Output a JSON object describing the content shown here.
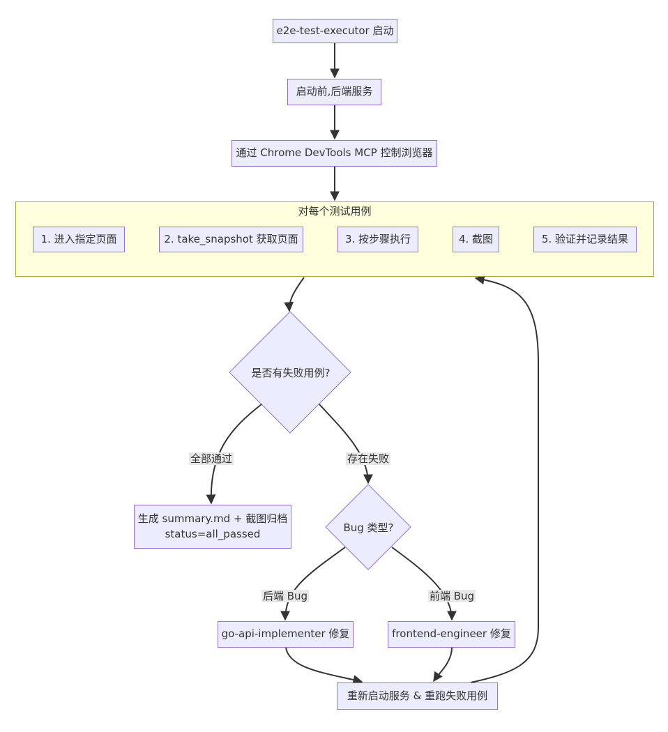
{
  "colors": {
    "node_fill": "#ECECFF",
    "node_border": "#9370DB",
    "cluster_fill": "#ffffde",
    "cluster_border": "#aaaa33",
    "edge": "#333333",
    "edge_label_bg": "#e8e8e8"
  },
  "nodes": {
    "start": "e2e-test-executor 启动",
    "start_services": "启动前,后端服务",
    "devtools": "通过 Chrome DevTools MCP 控制浏览器",
    "step1": "1. 进入指定页面",
    "step2": "2. take_snapshot 获取页面",
    "step3": "3. 按步骤执行",
    "step4": "4. 截图",
    "step5": "5. 验证并记录结果",
    "decision_fail": "是否有失败用例?",
    "summary_line1": "生成 summary.md + 截图归档",
    "summary_line2": "status=all_passed",
    "decision_bug": "Bug 类型?",
    "go_fix": "go-api-implementer 修复",
    "fe_fix": "frontend-engineer 修复",
    "rerun": "重新启动服务 & 重跑失败用例"
  },
  "cluster": {
    "title": "对每个测试用例"
  },
  "edge_labels": {
    "all_pass": "全部通过",
    "has_fail": "存在失败",
    "backend_bug": "后端 Bug",
    "frontend_bug": "前端 Bug"
  }
}
